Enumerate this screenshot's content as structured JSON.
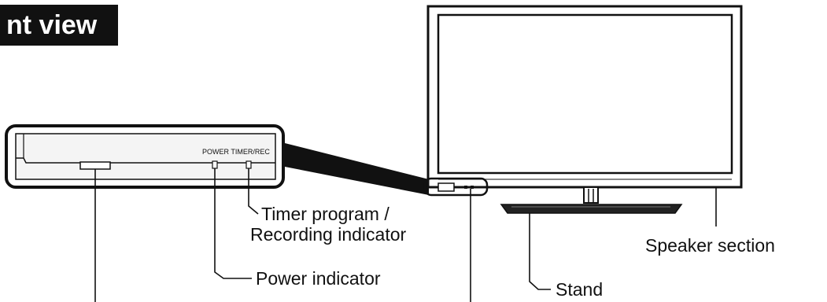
{
  "title": "nt view",
  "panel": {
    "label": "POWER TIMER/REC"
  },
  "callouts": {
    "timer_line1": "Timer program /",
    "timer_line2": "Recording indicator",
    "power": "Power indicator",
    "stand": "Stand",
    "speaker": "Speaker section"
  },
  "colors": {
    "ink": "#111111",
    "panel_fill": "#f4f4f4",
    "wedge": "#111111",
    "stand_fill": "#222222"
  }
}
